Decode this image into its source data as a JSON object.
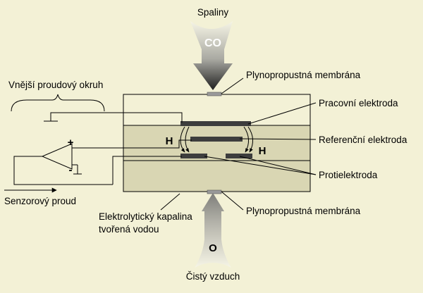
{
  "labels": {
    "exhaust": "Spaliny",
    "co": "CO",
    "membrane_top": "Plynopropustná membrána",
    "external_circuit": "Vnější proudový okruh",
    "working_electrode": "Pracovní elektroda",
    "reference_electrode": "Referenční elektroda",
    "counter_electrode": "Protielektroda",
    "sensor_current": "Senzorový proud",
    "electrolyte_line1": "Elektrolytický kapalina",
    "electrolyte_line2": "tvořená vodou",
    "membrane_bottom": "Plynopropustná membrána",
    "o": "O",
    "clean_air": "Čistý vzduch",
    "h_left": "H",
    "h_right": "H",
    "plus": "+",
    "minus": "-"
  },
  "colors": {
    "background": "#f3f1d6",
    "box_top": "#f3f1d6",
    "box_middle": "#d9d6b3",
    "box_bottom": "#d9d6b3",
    "electrode": "#3d3d3d",
    "membrane": "#9a9a9a",
    "arrow_gradient_light": "#ffffff",
    "arrow_gradient_dark": "#2a2a2a"
  },
  "icons": {
    "exhaust_arrow": "down-arrow-gradient",
    "air_arrow": "up-arrow-gradient",
    "amplifier": "op-amp-triangle",
    "ground": "ground-symbol"
  }
}
